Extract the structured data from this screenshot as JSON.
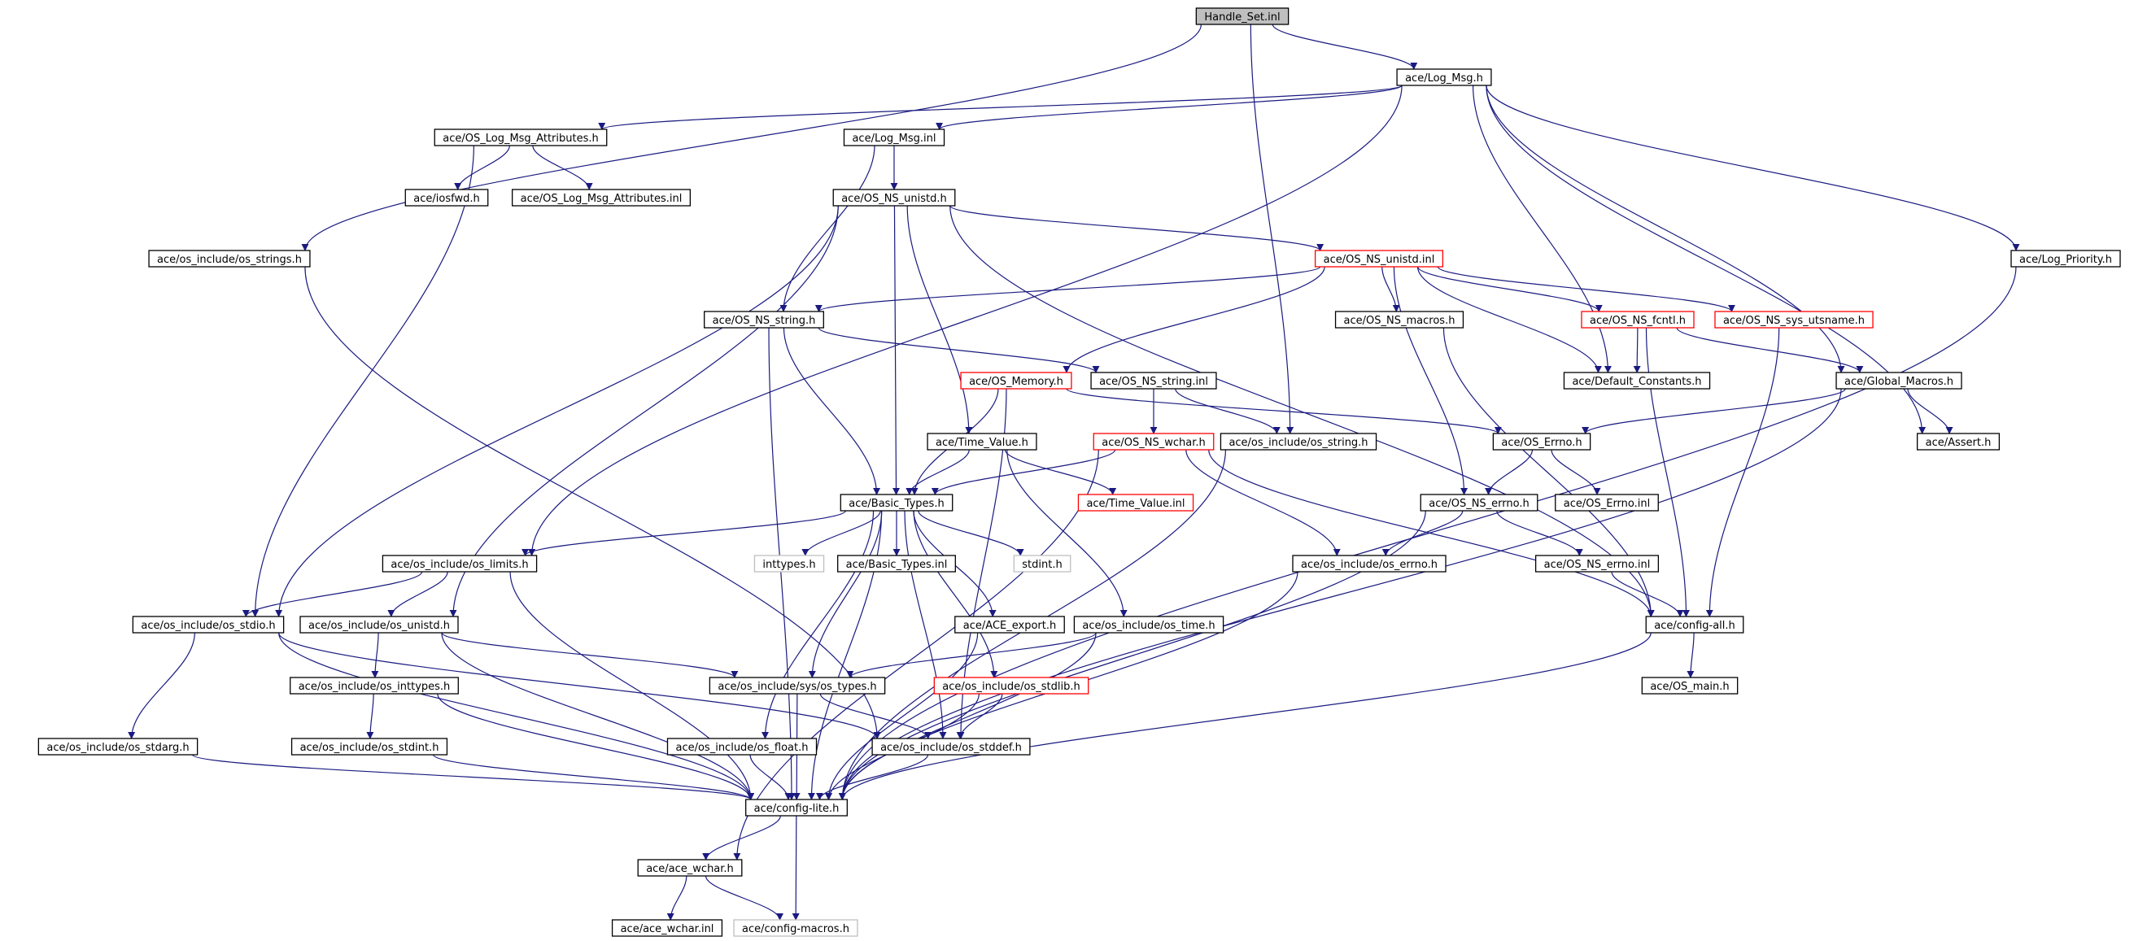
{
  "diagram": {
    "title": "",
    "colors": {
      "edge": "#1a1a80",
      "arrow": "#1a1a80",
      "border_normal": "#000000",
      "border_truncated": "#ff0000",
      "border_external": "#bfbfbf",
      "root_fill": "#bfbfbf",
      "node_fill": "#ffffff",
      "text": "#000000"
    },
    "nodes": [
      {
        "id": "handle_set_inl",
        "label": "Handle_Set.inl",
        "kind": "root"
      },
      {
        "id": "log_msg_h",
        "label": "ace/Log_Msg.h",
        "kind": "normal"
      },
      {
        "id": "os_log_msg_attributes_h",
        "label": "ace/OS_Log_Msg_Attributes.h",
        "kind": "normal"
      },
      {
        "id": "log_msg_inl",
        "label": "ace/Log_Msg.inl",
        "kind": "normal"
      },
      {
        "id": "iosfwd_h",
        "label": "ace/iosfwd.h",
        "kind": "normal"
      },
      {
        "id": "os_log_msg_attributes_inl",
        "label": "ace/OS_Log_Msg_Attributes.inl",
        "kind": "normal"
      },
      {
        "id": "os_ns_unistd_h",
        "label": "ace/OS_NS_unistd.h",
        "kind": "normal"
      },
      {
        "id": "os_include_os_strings_h",
        "label": "ace/os_include/os_strings.h",
        "kind": "normal"
      },
      {
        "id": "os_ns_unistd_inl",
        "label": "ace/OS_NS_unistd.inl",
        "kind": "truncated"
      },
      {
        "id": "log_priority_h",
        "label": "ace/Log_Priority.h",
        "kind": "normal"
      },
      {
        "id": "os_ns_string_h",
        "label": "ace/OS_NS_string.h",
        "kind": "normal"
      },
      {
        "id": "os_ns_macros_h",
        "label": "ace/OS_NS_macros.h",
        "kind": "normal"
      },
      {
        "id": "os_ns_fcntl_h",
        "label": "ace/OS_NS_fcntl.h",
        "kind": "truncated"
      },
      {
        "id": "os_ns_sys_utsname_h",
        "label": "ace/OS_NS_sys_utsname.h",
        "kind": "truncated"
      },
      {
        "id": "os_memory_h",
        "label": "ace/OS_Memory.h",
        "kind": "truncated"
      },
      {
        "id": "os_ns_string_inl",
        "label": "ace/OS_NS_string.inl",
        "kind": "normal"
      },
      {
        "id": "default_constants_h",
        "label": "ace/Default_Constants.h",
        "kind": "normal"
      },
      {
        "id": "global_macros_h",
        "label": "ace/Global_Macros.h",
        "kind": "normal"
      },
      {
        "id": "time_value_h",
        "label": "ace/Time_Value.h",
        "kind": "normal"
      },
      {
        "id": "os_ns_wchar_h",
        "label": "ace/OS_NS_wchar.h",
        "kind": "truncated"
      },
      {
        "id": "os_include_os_string_h",
        "label": "ace/os_include/os_string.h",
        "kind": "normal"
      },
      {
        "id": "os_errno_h",
        "label": "ace/OS_Errno.h",
        "kind": "normal"
      },
      {
        "id": "assert_h",
        "label": "ace/Assert.h",
        "kind": "normal"
      },
      {
        "id": "basic_types_h",
        "label": "ace/Basic_Types.h",
        "kind": "normal"
      },
      {
        "id": "time_value_inl",
        "label": "ace/Time_Value.inl",
        "kind": "truncated"
      },
      {
        "id": "os_ns_errno_h",
        "label": "ace/OS_NS_errno.h",
        "kind": "normal"
      },
      {
        "id": "os_errno_inl",
        "label": "ace/OS_Errno.inl",
        "kind": "normal"
      },
      {
        "id": "os_include_os_limits_h",
        "label": "ace/os_include/os_limits.h",
        "kind": "normal"
      },
      {
        "id": "inttypes_h",
        "label": "inttypes.h",
        "kind": "external"
      },
      {
        "id": "basic_types_inl",
        "label": "ace/Basic_Types.inl",
        "kind": "normal"
      },
      {
        "id": "stdint_h",
        "label": "stdint.h",
        "kind": "external"
      },
      {
        "id": "os_include_os_errno_h",
        "label": "ace/os_include/os_errno.h",
        "kind": "normal"
      },
      {
        "id": "os_ns_errno_inl",
        "label": "ace/OS_NS_errno.inl",
        "kind": "normal"
      },
      {
        "id": "os_include_os_stdio_h",
        "label": "ace/os_include/os_stdio.h",
        "kind": "normal"
      },
      {
        "id": "os_include_os_unistd_h",
        "label": "ace/os_include/os_unistd.h",
        "kind": "normal"
      },
      {
        "id": "ace_export_h",
        "label": "ace/ACE_export.h",
        "kind": "normal"
      },
      {
        "id": "os_include_os_time_h",
        "label": "ace/os_include/os_time.h",
        "kind": "normal"
      },
      {
        "id": "config_all_h",
        "label": "ace/config-all.h",
        "kind": "normal"
      },
      {
        "id": "os_include_os_inttypes_h",
        "label": "ace/os_include/os_inttypes.h",
        "kind": "normal"
      },
      {
        "id": "os_include_sys_os_types_h",
        "label": "ace/os_include/sys/os_types.h",
        "kind": "normal"
      },
      {
        "id": "os_include_os_stdlib_h",
        "label": "ace/os_include/os_stdlib.h",
        "kind": "truncated"
      },
      {
        "id": "os_main_h",
        "label": "ace/OS_main.h",
        "kind": "normal"
      },
      {
        "id": "os_include_os_stdarg_h",
        "label": "ace/os_include/os_stdarg.h",
        "kind": "normal"
      },
      {
        "id": "os_include_os_stdint_h",
        "label": "ace/os_include/os_stdint.h",
        "kind": "normal"
      },
      {
        "id": "os_include_os_float_h",
        "label": "ace/os_include/os_float.h",
        "kind": "normal"
      },
      {
        "id": "os_include_os_stddef_h",
        "label": "ace/os_include/os_stddef.h",
        "kind": "normal"
      },
      {
        "id": "config_lite_h",
        "label": "ace/config-lite.h",
        "kind": "normal"
      },
      {
        "id": "ace_wchar_h",
        "label": "ace/ace_wchar.h",
        "kind": "normal"
      },
      {
        "id": "ace_wchar_inl",
        "label": "ace/ace_wchar.inl",
        "kind": "normal"
      },
      {
        "id": "config_macros_h",
        "label": "ace/config-macros.h",
        "kind": "external"
      }
    ],
    "edges": [
      [
        "handle_set_inl",
        "log_msg_h"
      ],
      [
        "handle_set_inl",
        "os_include_os_strings_h"
      ],
      [
        "handle_set_inl",
        "os_include_os_string_h"
      ],
      [
        "log_msg_h",
        "os_log_msg_attributes_h"
      ],
      [
        "log_msg_h",
        "log_msg_inl"
      ],
      [
        "log_msg_h",
        "log_priority_h"
      ],
      [
        "log_msg_h",
        "default_constants_h"
      ],
      [
        "log_msg_h",
        "global_macros_h"
      ],
      [
        "log_msg_h",
        "assert_h"
      ],
      [
        "log_msg_h",
        "os_include_os_limits_h"
      ],
      [
        "os_log_msg_attributes_h",
        "iosfwd_h"
      ],
      [
        "os_log_msg_attributes_h",
        "os_log_msg_attributes_inl"
      ],
      [
        "os_log_msg_attributes_h",
        "os_include_os_stdio_h"
      ],
      [
        "log_msg_inl",
        "os_ns_unistd_h"
      ],
      [
        "log_msg_inl",
        "os_ns_string_h"
      ],
      [
        "os_ns_unistd_h",
        "os_ns_unistd_inl"
      ],
      [
        "os_ns_unistd_h",
        "basic_types_h"
      ],
      [
        "os_ns_unistd_h",
        "time_value_h"
      ],
      [
        "os_ns_unistd_h",
        "os_include_os_unistd_h"
      ],
      [
        "os_ns_unistd_h",
        "os_include_os_stdio_h"
      ],
      [
        "os_ns_unistd_h",
        "config_all_h"
      ],
      [
        "os_include_os_strings_h",
        "os_include_os_stddef_h"
      ],
      [
        "os_ns_unistd_inl",
        "os_ns_string_h"
      ],
      [
        "os_ns_unistd_inl",
        "os_ns_macros_h"
      ],
      [
        "os_ns_unistd_inl",
        "os_ns_fcntl_h"
      ],
      [
        "os_ns_unistd_inl",
        "os_ns_sys_utsname_h"
      ],
      [
        "os_ns_unistd_inl",
        "os_memory_h"
      ],
      [
        "os_ns_unistd_inl",
        "default_constants_h"
      ],
      [
        "os_ns_unistd_inl",
        "os_ns_errno_h"
      ],
      [
        "log_priority_h",
        "config_lite_h"
      ],
      [
        "os_ns_string_h",
        "os_ns_string_inl"
      ],
      [
        "os_ns_string_h",
        "basic_types_h"
      ],
      [
        "os_ns_string_h",
        "config_lite_h"
      ],
      [
        "os_ns_macros_h",
        "config_all_h"
      ],
      [
        "os_ns_fcntl_h",
        "default_constants_h"
      ],
      [
        "os_ns_fcntl_h",
        "global_macros_h"
      ],
      [
        "os_ns_fcntl_h",
        "config_all_h"
      ],
      [
        "os_ns_sys_utsname_h",
        "config_all_h"
      ],
      [
        "os_memory_h",
        "os_errno_h"
      ],
      [
        "os_memory_h",
        "basic_types_h"
      ],
      [
        "os_memory_h",
        "os_include_os_stddef_h"
      ],
      [
        "os_ns_string_inl",
        "os_ns_wchar_h"
      ],
      [
        "os_ns_string_inl",
        "os_include_os_string_h"
      ],
      [
        "global_macros_h",
        "os_errno_h"
      ],
      [
        "global_macros_h",
        "assert_h"
      ],
      [
        "global_macros_h",
        "config_lite_h"
      ],
      [
        "time_value_h",
        "basic_types_h"
      ],
      [
        "time_value_h",
        "time_value_inl"
      ],
      [
        "time_value_h",
        "os_include_os_time_h"
      ],
      [
        "os_ns_wchar_h",
        "basic_types_h"
      ],
      [
        "os_ns_wchar_h",
        "os_include_os_errno_h"
      ],
      [
        "os_ns_wchar_h",
        "config_all_h"
      ],
      [
        "os_ns_wchar_h",
        "ace_wchar_h"
      ],
      [
        "os_include_os_string_h",
        "config_lite_h"
      ],
      [
        "os_errno_h",
        "os_ns_errno_h"
      ],
      [
        "os_errno_h",
        "os_errno_inl"
      ],
      [
        "basic_types_h",
        "os_include_os_limits_h"
      ],
      [
        "basic_types_h",
        "inttypes_h"
      ],
      [
        "basic_types_h",
        "basic_types_inl"
      ],
      [
        "basic_types_h",
        "stdint_h"
      ],
      [
        "basic_types_h",
        "ace_export_h"
      ],
      [
        "basic_types_h",
        "os_include_sys_os_types_h"
      ],
      [
        "basic_types_h",
        "os_include_os_stdlib_h"
      ],
      [
        "basic_types_h",
        "os_include_os_float_h"
      ],
      [
        "basic_types_h",
        "os_include_os_stddef_h"
      ],
      [
        "basic_types_h",
        "config_lite_h"
      ],
      [
        "os_ns_errno_h",
        "os_include_os_errno_h"
      ],
      [
        "os_ns_errno_h",
        "os_ns_errno_inl"
      ],
      [
        "os_ns_errno_h",
        "config_lite_h"
      ],
      [
        "os_include_os_limits_h",
        "os_include_os_stdio_h"
      ],
      [
        "os_include_os_limits_h",
        "os_include_os_unistd_h"
      ],
      [
        "os_include_os_limits_h",
        "config_lite_h"
      ],
      [
        "os_include_os_errno_h",
        "config_lite_h"
      ],
      [
        "os_ns_errno_inl",
        "config_all_h"
      ],
      [
        "os_include_os_stdio_h",
        "os_include_os_stdarg_h"
      ],
      [
        "os_include_os_stdio_h",
        "os_include_os_stddef_h"
      ],
      [
        "os_include_os_stdio_h",
        "config_lite_h"
      ],
      [
        "os_include_os_unistd_h",
        "os_include_os_inttypes_h"
      ],
      [
        "os_include_os_unistd_h",
        "os_include_sys_os_types_h"
      ],
      [
        "os_include_os_unistd_h",
        "config_lite_h"
      ],
      [
        "ace_export_h",
        "config_lite_h"
      ],
      [
        "os_include_os_time_h",
        "os_include_sys_os_types_h"
      ],
      [
        "os_include_os_time_h",
        "config_lite_h"
      ],
      [
        "config_all_h",
        "os_main_h"
      ],
      [
        "config_all_h",
        "config_lite_h"
      ],
      [
        "os_include_os_inttypes_h",
        "os_include_os_stdint_h"
      ],
      [
        "os_include_os_inttypes_h",
        "config_lite_h"
      ],
      [
        "os_include_sys_os_types_h",
        "os_include_os_stddef_h"
      ],
      [
        "os_include_sys_os_types_h",
        "config_lite_h"
      ],
      [
        "os_include_os_stdlib_h",
        "os_include_os_stddef_h"
      ],
      [
        "os_include_os_stdlib_h",
        "config_lite_h"
      ],
      [
        "os_include_os_stdarg_h",
        "config_lite_h"
      ],
      [
        "os_include_os_stdint_h",
        "config_lite_h"
      ],
      [
        "os_include_os_float_h",
        "config_lite_h"
      ],
      [
        "os_include_os_stddef_h",
        "config_lite_h"
      ],
      [
        "config_lite_h",
        "ace_wchar_h"
      ],
      [
        "config_lite_h",
        "config_macros_h"
      ],
      [
        "ace_wchar_h",
        "ace_wchar_inl"
      ],
      [
        "ace_wchar_h",
        "config_macros_h"
      ]
    ]
  }
}
